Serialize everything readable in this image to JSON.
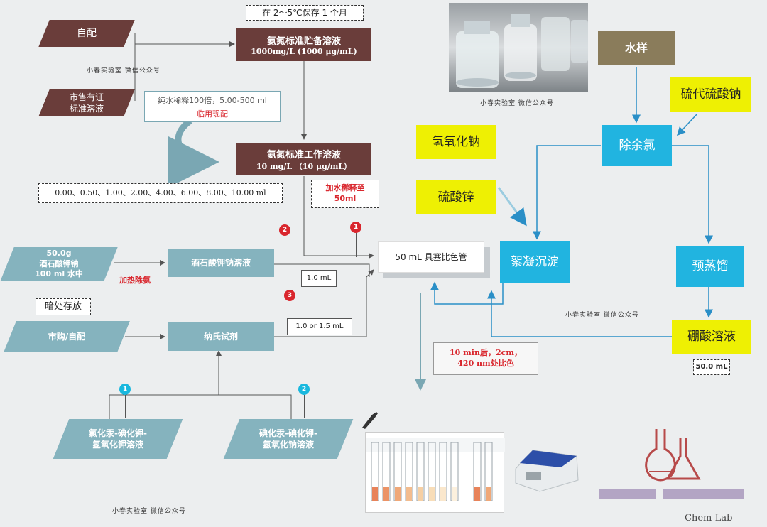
{
  "top_note": "在 2～5℃保存 1 个月",
  "left_inputs": {
    "self_prep": "自配",
    "commercial": "市售有证\n标准溶液"
  },
  "stock_solution": {
    "title": "氨氮标准贮备溶液",
    "value": "1000mg/L (1000 μg/mL)"
  },
  "dilution_note": {
    "text": "纯水稀释100倍，5.00-500 ml",
    "red": "临用现配"
  },
  "working_solution": {
    "title": "氨氮标准工作溶液",
    "value": "10 mg/L （10 μg/mL）"
  },
  "series_volumes": "0.00、0.50、1.00、2.00、4.00、6.00、8.00、10.00 ml",
  "dilute_to": "加水稀释至\n50ml",
  "sodium_tartrate_input": "50.0g\n酒石酸钾钠\n100 ml 水中",
  "heat_remove_ammonia": "加热除氨",
  "tartrate_solution": "酒石酸钾钠溶液",
  "vol_1": "1.0 mL",
  "vol_2": "1.0 or 1.5 mL",
  "dark_storage": "暗处存放",
  "reagent_source": "市购/自配",
  "nessler": "纳氏试剂",
  "reagent_a": "氯化汞-碘化钾-\n氢氧化钾溶液",
  "reagent_b": "碘化汞-碘化钾-\n氢氧化钠溶液",
  "tube": "50 mL 具塞比色管",
  "measure_note": "10 min后，2cm，\n420 nm处比色",
  "right_flow": {
    "sample": "水样",
    "thiosulfate": "硫代硫酸钠",
    "naoh": "氢氧化钠",
    "remove_chlorine": "除余氯",
    "znso4": "硫酸锌",
    "flocculation": "絮凝沉淀",
    "predistill": "预蒸馏",
    "boric_acid": "硼酸溶液",
    "boric_vol": "50.0 mL"
  },
  "pins": {
    "p1": "1",
    "p2": "2",
    "p3": "3",
    "q1": "1",
    "q2": "2"
  },
  "watermarks": {
    "w1": "小春实验室 微信公众号",
    "w2": "小春实验室 微信公众号",
    "w3": "小春实验室 微信公众号",
    "w4": "小春实验室 微信公众号"
  },
  "brand": "Chem-Lab",
  "colors": {
    "dark_box": "#6a3d3a",
    "teal_box": "#85b3be",
    "cyan_box": "#21b4e0",
    "yellow_box": "#eef003",
    "olive_box": "#8a7c5b",
    "red_marker": "#d9262d",
    "cyan_marker": "#19b8de"
  }
}
